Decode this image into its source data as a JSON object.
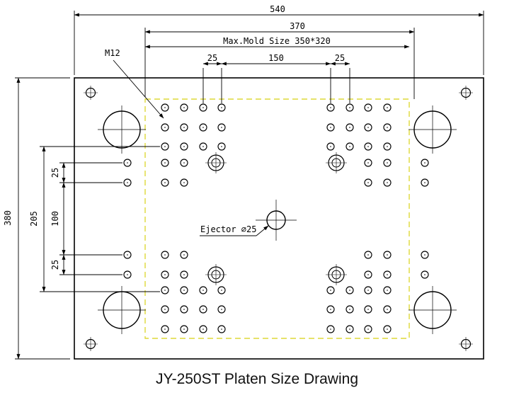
{
  "title": "JY-250ST Platen Size Drawing",
  "dims": {
    "total_width": "540",
    "inner_width": "370",
    "max_mold": "Max.Mold Size 350*320",
    "top_spacing_left": "25",
    "top_spacing_center": "150",
    "top_spacing_right": "25",
    "total_height": "380",
    "left_span": "205",
    "left_spacing_center": "100",
    "left_spacing_top": "25",
    "left_spacing_bottom": "25"
  },
  "labels": {
    "thread_callout": "M12",
    "ejector_callout": "Ejector ∅25"
  },
  "colors": {
    "line": "#000000",
    "mold_area_stroke": "#ded838"
  }
}
